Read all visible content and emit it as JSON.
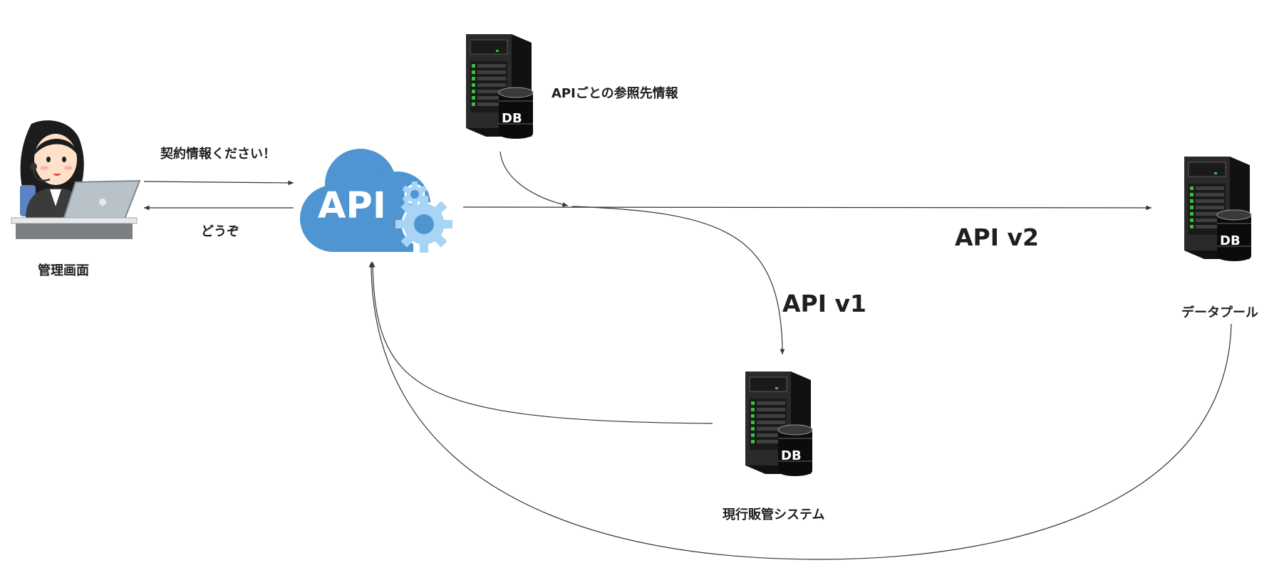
{
  "nodes": {
    "admin": {
      "label": "管理画面",
      "icon": "operator-at-laptop-icon"
    },
    "api": {
      "label": "API",
      "icon": "api-cloud-gear-icon"
    },
    "reference_db": {
      "label": "APIごとの参照先情報",
      "icon": "server-db-icon",
      "db_label": "DB"
    },
    "legacy_system": {
      "label": "現行販管システム",
      "icon": "server-db-icon",
      "db_label": "DB"
    },
    "data_pool": {
      "label": "データプール",
      "icon": "server-db-icon",
      "db_label": "DB"
    }
  },
  "edges": {
    "request": "契約情報ください！",
    "response": "どうぞ",
    "api_v1": "API v1",
    "api_v2": "API v2"
  },
  "colors": {
    "cloud": "#4f95d1",
    "gear": "#a8d4f5",
    "server_body": "#1b1b1b",
    "server_led": "#37c03a",
    "line": "#333333"
  }
}
